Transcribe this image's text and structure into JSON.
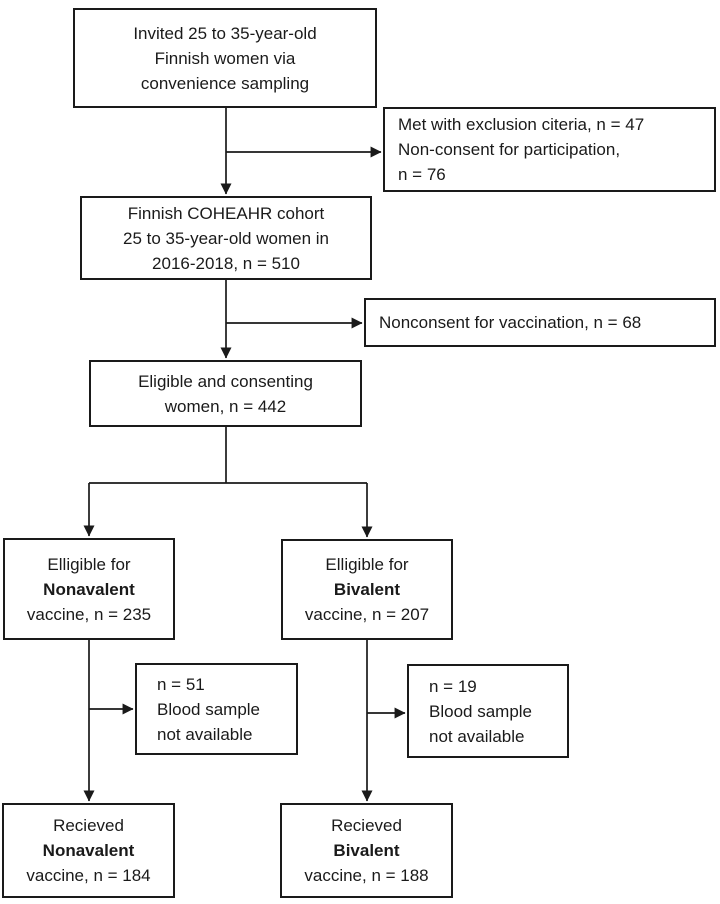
{
  "colors": {
    "border": "#1a1a1a",
    "text": "#1a1a1a",
    "background": "#ffffff"
  },
  "boxes": {
    "invited": {
      "lines": [
        "Invited 25 to 35-year-old",
        "Finnish women via",
        "convenience sampling"
      ]
    },
    "exclusion_top": {
      "lines": [
        "Met with exclusion citeria, n = 47",
        "Non-consent for participation,",
        "n = 76"
      ]
    },
    "cohort": {
      "lines": [
        "Finnish COHEAHR cohort",
        "25 to 35-year-old women in",
        "2016-2018, n = 510"
      ]
    },
    "nonconsent_vaccination": {
      "lines": [
        "Nonconsent for vaccination, n = 68"
      ]
    },
    "eligible_consenting": {
      "lines": [
        "Eligible and consenting",
        "women, n = 442"
      ]
    },
    "eligible_nonavalent": {
      "lines": [
        "Elligible for",
        "Nonavalent",
        "vaccine, n = 235"
      ]
    },
    "eligible_bivalent": {
      "lines": [
        "Elligible for",
        "Bivalent",
        "vaccine, n = 207"
      ]
    },
    "noblood_nonavalent": {
      "lines": [
        "n = 51",
        "Blood sample",
        "not available"
      ]
    },
    "noblood_bivalent": {
      "lines": [
        "n = 19",
        "Blood sample",
        "not available"
      ]
    },
    "received_nonavalent": {
      "lines": [
        "Recieved",
        "Nonavalent",
        "vaccine, n = 184"
      ]
    },
    "received_bivalent": {
      "lines": [
        "Recieved",
        "Bivalent",
        "vaccine, n = 188"
      ]
    }
  }
}
